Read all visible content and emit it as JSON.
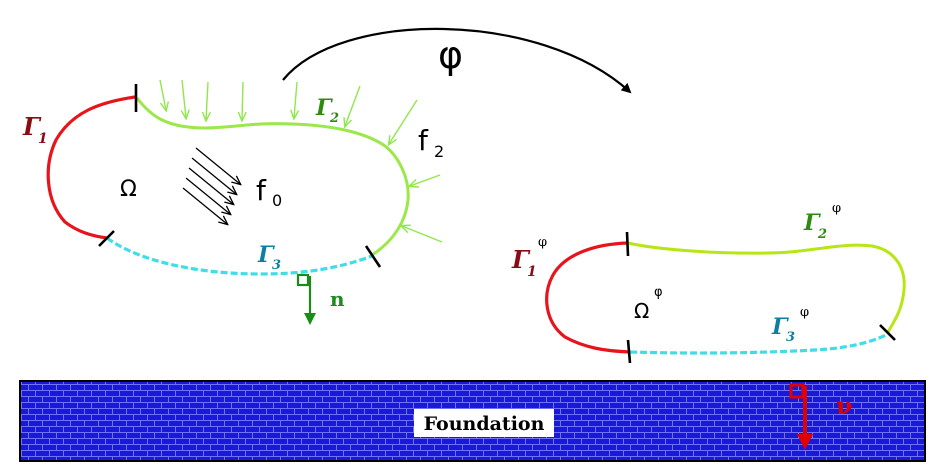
{
  "map_label": "φ",
  "reference": {
    "omega": "Ω",
    "gamma1": "Γ",
    "gamma1_sub": "1",
    "gamma2": "Γ",
    "gamma2_sub": "2",
    "gamma3": "Γ",
    "gamma3_sub": "3",
    "body_force": "f",
    "body_force_sub": "0",
    "surface_force": "f",
    "surface_force_sub": "2",
    "normal": "n"
  },
  "deformed": {
    "omega": "Ω",
    "omega_sup": "φ",
    "gamma1": "Γ",
    "gamma1_sub": "1",
    "gamma1_sup": "φ",
    "gamma2": "Γ",
    "gamma2_sub": "2",
    "gamma2_sup": "φ",
    "gamma3": "Γ",
    "gamma3_sub": "3",
    "gamma3_sup": "φ"
  },
  "foundation": {
    "label": "Foundation",
    "normal": "ν"
  },
  "colors": {
    "gamma1": "#e8141c",
    "gamma2": "#9be84a",
    "gamma2_deformed": "#b8e614",
    "gamma3": "#3fdde8",
    "gamma1_label": "#8b0a14",
    "gamma2_label": "#2f8a10",
    "gamma3_label": "#0d7fa0",
    "normal": "#1a8c1a",
    "foundation": "#1a1ad6",
    "nu": "#e00000"
  }
}
